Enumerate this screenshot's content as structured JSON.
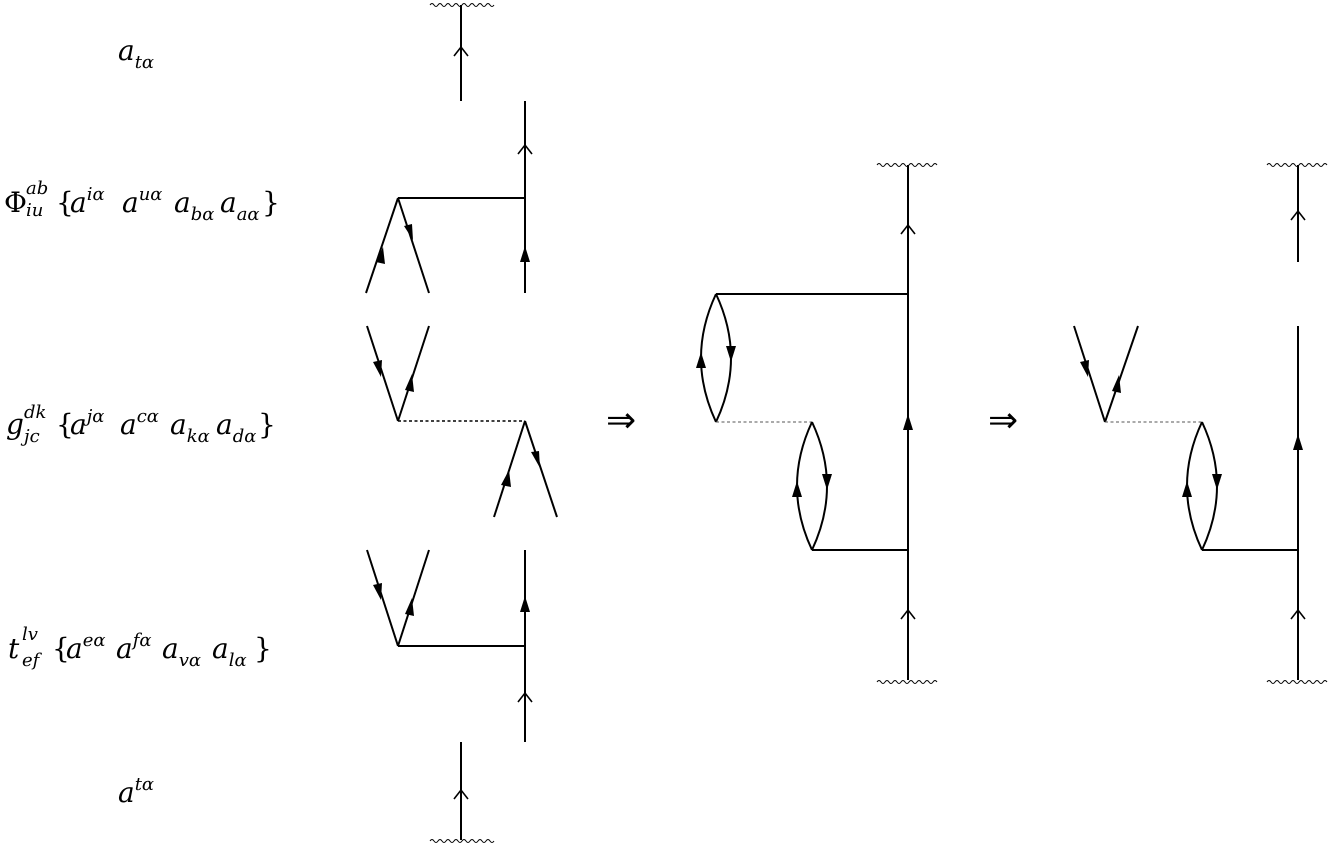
{
  "operators": [
    {
      "id": "annihilation",
      "base": "a",
      "sub": "tα",
      "sup": ""
    },
    {
      "id": "phi",
      "symbol": "Φ",
      "sup": "ab",
      "sub": "iu",
      "braces": true,
      "factors": [
        {
          "base": "a",
          "sup": "iα",
          "sub": ""
        },
        {
          "base": "a",
          "sup": "uα",
          "sub": ""
        },
        {
          "base": "a",
          "sup": "",
          "sub": "bα"
        },
        {
          "base": "a",
          "sup": "",
          "sub": "aα"
        }
      ]
    },
    {
      "id": "g",
      "symbol": "g",
      "sup": "dk",
      "sub": "jc",
      "braces": true,
      "factors": [
        {
          "base": "a",
          "sup": "jα",
          "sub": ""
        },
        {
          "base": "a",
          "sup": "cα",
          "sub": ""
        },
        {
          "base": "a",
          "sup": "",
          "sub": "kα"
        },
        {
          "base": "a",
          "sup": "",
          "sub": "dα"
        }
      ]
    },
    {
      "id": "t",
      "symbol": "t",
      "sup": "lv",
      "sub": "ef",
      "braces": true,
      "factors": [
        {
          "base": "a",
          "sup": "eα",
          "sub": ""
        },
        {
          "base": "a",
          "sup": "fα",
          "sub": ""
        },
        {
          "base": "a",
          "sup": "",
          "sub": "vα"
        },
        {
          "base": "a",
          "sup": "",
          "sub": "lα"
        }
      ]
    },
    {
      "id": "creation",
      "base": "a",
      "sup": "tα",
      "sub": ""
    }
  ],
  "implies_symbol": "⇒"
}
